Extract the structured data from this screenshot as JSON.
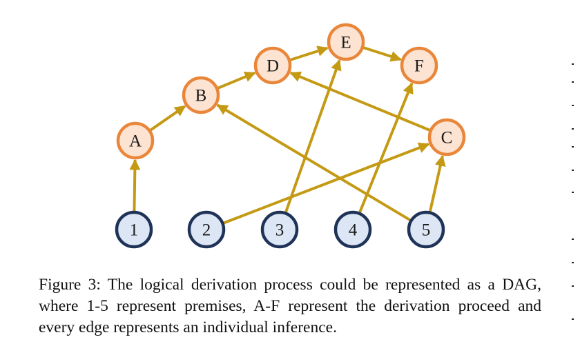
{
  "figure": {
    "caption_label": "Figure 3:",
    "caption_text": "The logical derivation process could be represented as a DAG, where 1-5 represent premises, A-F represent the derivation proceed and every edge represents an individual inference."
  },
  "colors": {
    "premise_fill": "#dde6f5",
    "premise_stroke": "#1f3358",
    "derived_fill": "#fce3d2",
    "derived_stroke": "#e9863a",
    "edge": "#c49a14"
  },
  "nodes": [
    {
      "id": "1",
      "kind": "premise",
      "label": "1"
    },
    {
      "id": "2",
      "kind": "premise",
      "label": "2"
    },
    {
      "id": "3",
      "kind": "premise",
      "label": "3"
    },
    {
      "id": "4",
      "kind": "premise",
      "label": "4"
    },
    {
      "id": "5",
      "kind": "premise",
      "label": "5"
    },
    {
      "id": "A",
      "kind": "derived",
      "label": "A"
    },
    {
      "id": "B",
      "kind": "derived",
      "label": "B"
    },
    {
      "id": "C",
      "kind": "derived",
      "label": "C"
    },
    {
      "id": "D",
      "kind": "derived",
      "label": "D"
    },
    {
      "id": "E",
      "kind": "derived",
      "label": "E"
    },
    {
      "id": "F",
      "kind": "derived",
      "label": "F"
    }
  ],
  "edges": [
    {
      "from": "1",
      "to": "A"
    },
    {
      "from": "A",
      "to": "B"
    },
    {
      "from": "B",
      "to": "D"
    },
    {
      "from": "D",
      "to": "E"
    },
    {
      "from": "E",
      "to": "F"
    },
    {
      "from": "2",
      "to": "C"
    },
    {
      "from": "3",
      "to": "E"
    },
    {
      "from": "4",
      "to": "F"
    },
    {
      "from": "5",
      "to": "B"
    },
    {
      "from": "5",
      "to": "C"
    },
    {
      "from": "C",
      "to": "D"
    }
  ]
}
